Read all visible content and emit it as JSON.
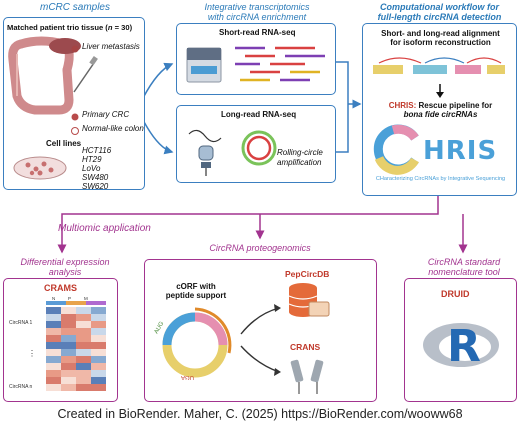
{
  "colors": {
    "blue": "#3b7fc0",
    "purple": "#a2348f",
    "red": "#c0392b"
  },
  "mcrc": {
    "title": "mCRC samples",
    "patient_prefix": "Matched patient trio tissue (",
    "patient_n": "n",
    "patient_suffix": " = 30)",
    "liver": "Liver metastasis",
    "primary": "Primary CRC",
    "normal": "Normal-like colon",
    "cell_lines_title": "Cell lines",
    "cell_lines": [
      "HCT116",
      "HT29",
      "LoVo",
      "SW480",
      "SW620"
    ]
  },
  "integrative": {
    "title_line1": "Integrative transcriptomics",
    "title_line2": "with circRNA enrichment",
    "short_read": "Short-read RNA-seq",
    "long_read": "Long-read RNA-seq",
    "rolling_line1": "Rolling-circle",
    "rolling_line2": "amplification"
  },
  "computational": {
    "title_line1": "Computational workflow for",
    "title_line2": "full-length circRNA detection",
    "align_line1": "Short- and long-read alignment",
    "align_line2": "for isoform reconstruction",
    "chris_name": "CHRIS:",
    "chris_line1_rest": " Rescue pipeline for",
    "chris_line2": "bona fide circRNAs",
    "logo_letters": "HRIS",
    "logo_sub": "CHaracterizing CircRNAs by Integrative Sequencing"
  },
  "multiomic": {
    "title": "Multiomic application"
  },
  "differential": {
    "title_line1": "Differential expression",
    "title_line2": "analysis",
    "crams": "CRAMS",
    "col_labels": [
      "N",
      "P",
      "M"
    ],
    "row_first": "CircRNA 1",
    "row_dots": "⋮",
    "row_last": "CircRNA n"
  },
  "proteogenomics": {
    "title": "CircRNA proteogenomics",
    "corf_line1": "cORF with",
    "corf_line2": "peptide support",
    "aug": "AUG",
    "uga": "UGA",
    "pepcircdb": "PepCircDB",
    "crans": "CRANS"
  },
  "nomenclature": {
    "title_line1": "CircRNA standard",
    "title_line2": "nomenclature tool",
    "druid": "DRUID",
    "r_letter": "R"
  },
  "credit": "Created in BioRender. Maher, C. (2025) https://BioRender.com/wooww68"
}
